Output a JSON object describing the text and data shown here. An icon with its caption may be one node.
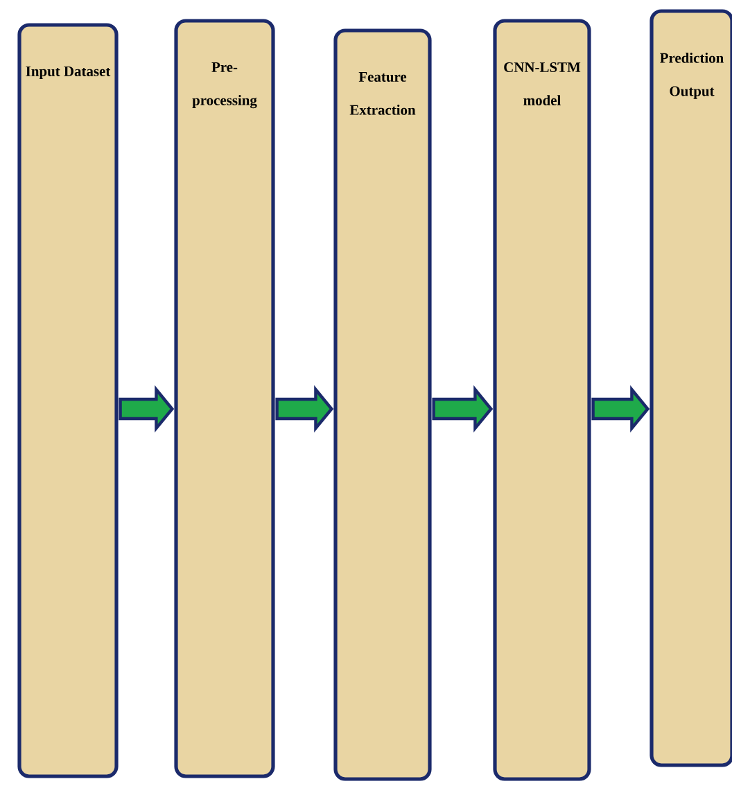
{
  "diagram": {
    "nodes": [
      {
        "text": [
          "Input Dataset"
        ]
      },
      {
        "text": [
          "Pre-processing"
        ]
      },
      {
        "text": [
          "Feature Extraction"
        ]
      },
      {
        "text": [
          "CNN-LSTM model"
        ]
      },
      {
        "text": [
          "Prediction Output"
        ]
      }
    ],
    "edges": [
      {
        "from": 0,
        "to": 1,
        "arrow": "to"
      },
      {
        "from": 1,
        "to": 2,
        "arrow": "to"
      },
      {
        "from": 2,
        "to": 3,
        "arrow": "to"
      },
      {
        "from": 3,
        "to": 4,
        "arrow": "to"
      }
    ]
  }
}
